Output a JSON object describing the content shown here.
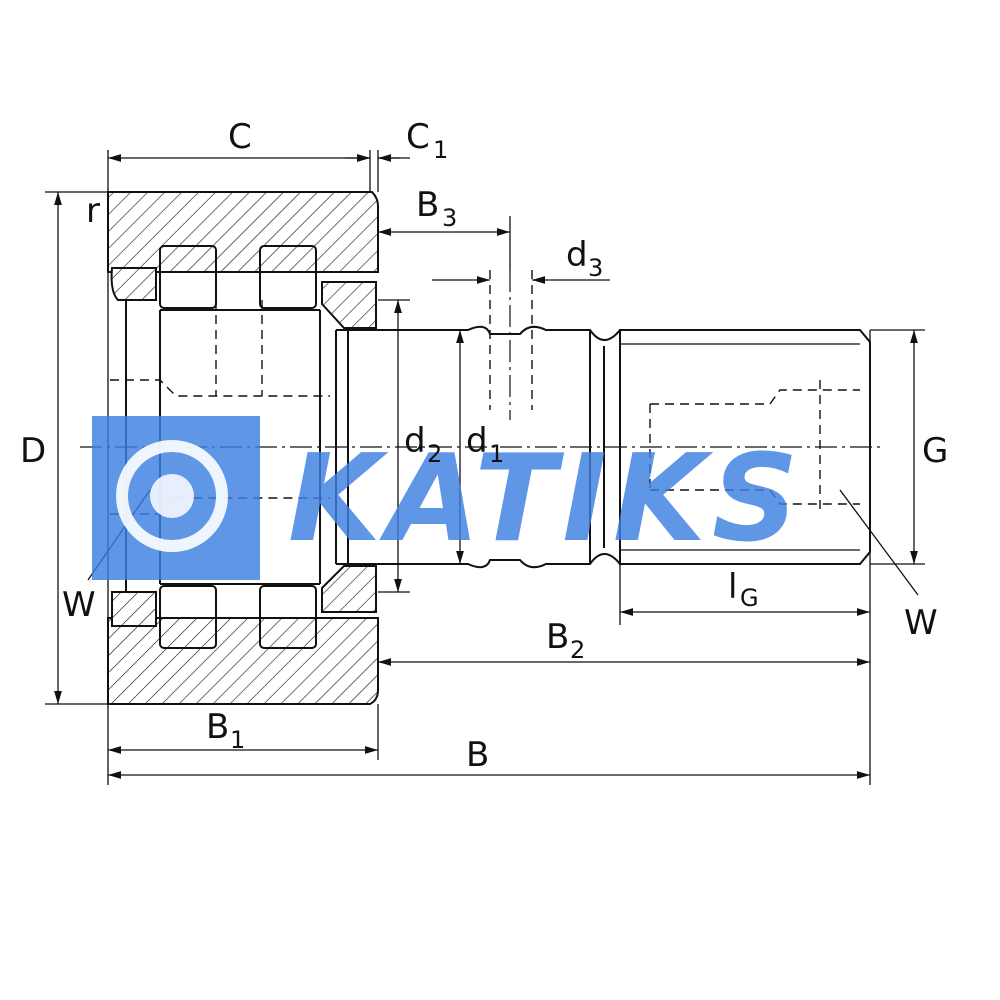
{
  "dimensions": {
    "C": "C",
    "C1_main": "C",
    "C1_sub": "1",
    "r": "r",
    "B3_main": "B",
    "B3_sub": "3",
    "d3_main": "d",
    "d3_sub": "3",
    "D": "D",
    "d2_main": "d",
    "d2_sub": "2",
    "d1_main": "d",
    "d1_sub": "1",
    "G": "G",
    "W_left": "W",
    "W_right": "W",
    "lG_main": "l",
    "lG_sub": "G",
    "B2_main": "B",
    "B2_sub": "2",
    "B1_main": "B",
    "B1_sub": "1",
    "B": "B"
  },
  "watermark": {
    "text": "KATIKS",
    "color": "#3d7fe0"
  }
}
